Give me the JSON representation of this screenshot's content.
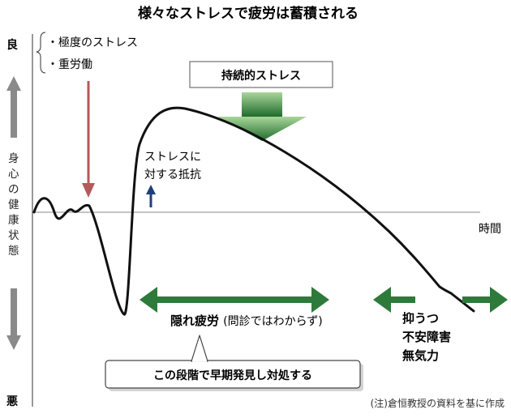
{
  "title": "様々なストレスで疲労は蓄積される",
  "axis": {
    "top_label": "良",
    "bottom_label": "悪",
    "vertical_label": "身心の健康状態",
    "time_label": "時間"
  },
  "stressors": [
    "・極度のストレス",
    "・重労働"
  ],
  "sustained_stress": "持続的ストレス",
  "resistance": [
    "ストレスに",
    "対する抵抗"
  ],
  "hidden_fatigue": {
    "bold": "隠れ疲労",
    "note": "(問診ではわからず)"
  },
  "outcomes": [
    "抑うつ",
    "不安障害",
    "無気力"
  ],
  "callout": "この段階で早期発見し対処する",
  "source_note": "(注)倉恒教授の資料を基に作成",
  "colors": {
    "curve": "#111111",
    "green_dark": "#1f6b2c",
    "green_light": "#9fd08f",
    "red_arrow": "#b45a5a",
    "blue_arrow": "#1f3f7a",
    "gray_arrow": "#8a8a8a"
  }
}
